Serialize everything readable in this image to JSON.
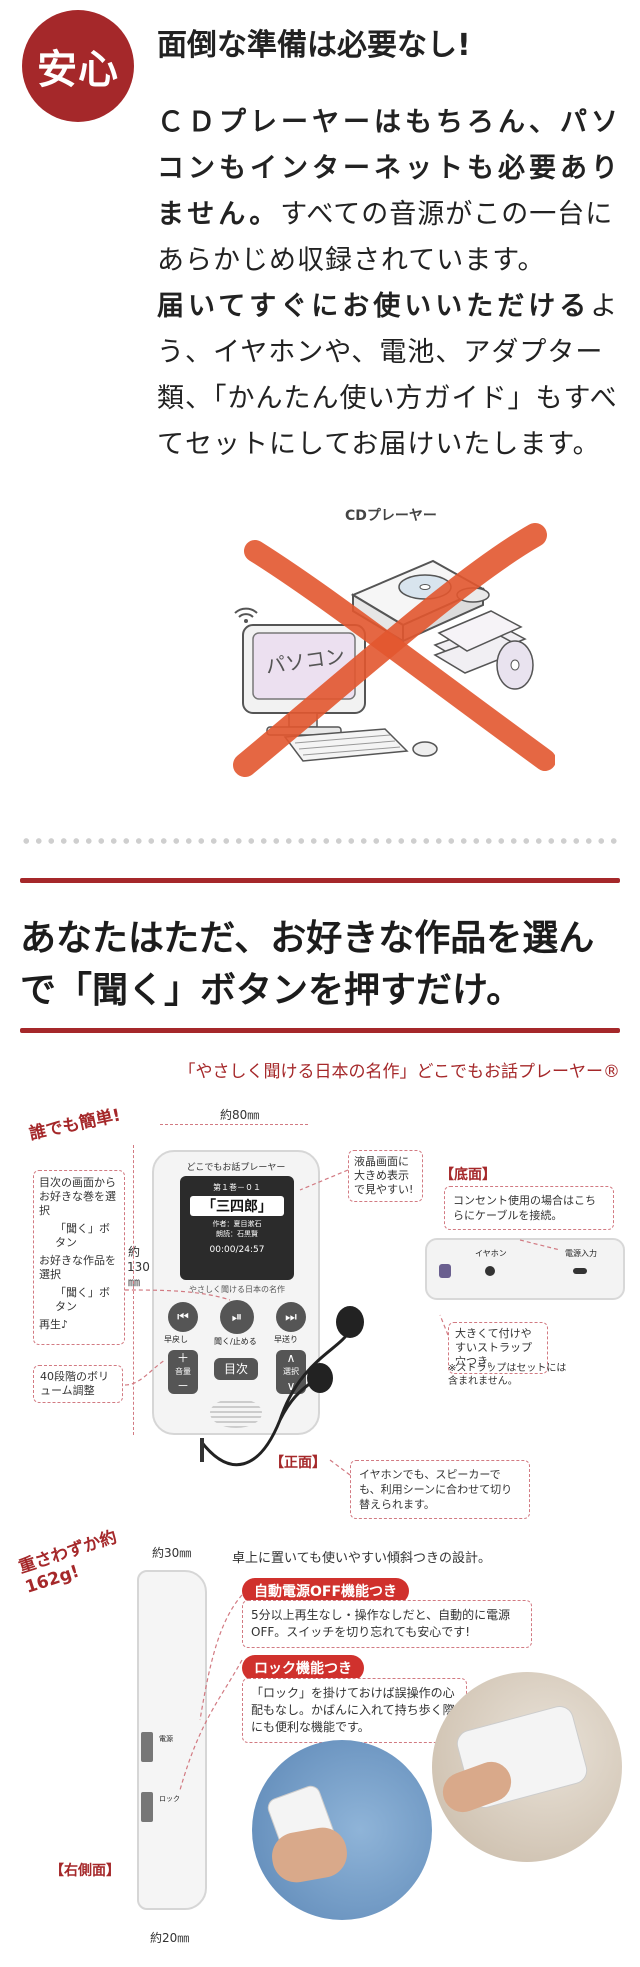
{
  "badge": "安心",
  "section1": {
    "heading": "面倒な準備は必要なし!",
    "paragraph1_bold": "ＣＤプレーヤーはもちろん、パソコンもインターネットも必要ありません。",
    "paragraph1_rest": "すべての音源がこの一台にあらかじめ収録されています。",
    "paragraph2_bold": "届いてすぐにお使いいただける",
    "paragraph2_rest": "よう、イヤホンや、電池、アダプター類、「かんたん使い方ガイド」もすべてセットにしてお届けいたします。",
    "illustration": {
      "cd_label": "CDプレーヤー",
      "pc_label": "パソコン"
    }
  },
  "section2": {
    "headline_line1": "あなたはただ、お好きな作品を選ん",
    "headline_line2": "で「聞く」ボタンを押すだけ。",
    "caption": "「やさしく聞ける日本の名作」どこでもお話プレーヤー®"
  },
  "front": {
    "easy_label": "誰でも簡単!",
    "width_label": "約80㎜",
    "height_label": "約130㎜",
    "steps": [
      "目次の画面からお好きな巻を選択",
      "「聞く」ボタン",
      "お好きな作品を選択",
      "「聞く」ボタン",
      "再生♪"
    ],
    "volume_note": "40段階のボリューム調整",
    "screen_note": "液晶画面に大きめ表示で見やすい!",
    "earphone_note": "イヤホンでも、スピーカーでも、利用シーンに合わせて切り替えられます。",
    "front_label": "【正面】",
    "device": {
      "brand": "どこでもお話プレーヤー",
      "vol_line": "第１巻－０１",
      "title": "「三四郎」",
      "author": "作者：夏目漱石",
      "reader": "朗読：石黒賢",
      "time": "00:00/24:57",
      "name_plate": "やさしく聞ける日本の名作",
      "btn_rewind": "早戻し",
      "btn_play": "聞く/止める",
      "btn_ff": "早送り",
      "btn_volume": "音量",
      "btn_index": "目次",
      "btn_select": "選択"
    }
  },
  "bottom": {
    "label": "【底面】",
    "outlet_note": "コンセント使用の場合はこちらにケーブルを接続。",
    "earphone_port": "イヤホン",
    "power_port": "電源入力",
    "strap_note": "大きくて付けやすいストラップ穴つき。",
    "strap_excluded": "※ストラップはセットには含まれません。"
  },
  "side": {
    "weight_label": "重さわずか約162g!",
    "depth_top": "約30㎜",
    "depth_bottom": "約20㎜",
    "tilt_note": "卓上に置いても使いやすい傾斜つきの設計。",
    "auto_off_title": "自動電源OFF機能つき",
    "auto_off_desc": "5分以上再生なし・操作なしだと、自動的に電源OFF。スイッチを切り忘れても安心です!",
    "lock_title": "ロック機能つき",
    "lock_desc": "「ロック」を掛けておけば誤操作の心配もなし。かばんに入れて持ち歩く際にも便利な機能です。",
    "right_side_label": "【右側面】",
    "switch_power": "電源",
    "switch_lock": "ロック"
  }
}
